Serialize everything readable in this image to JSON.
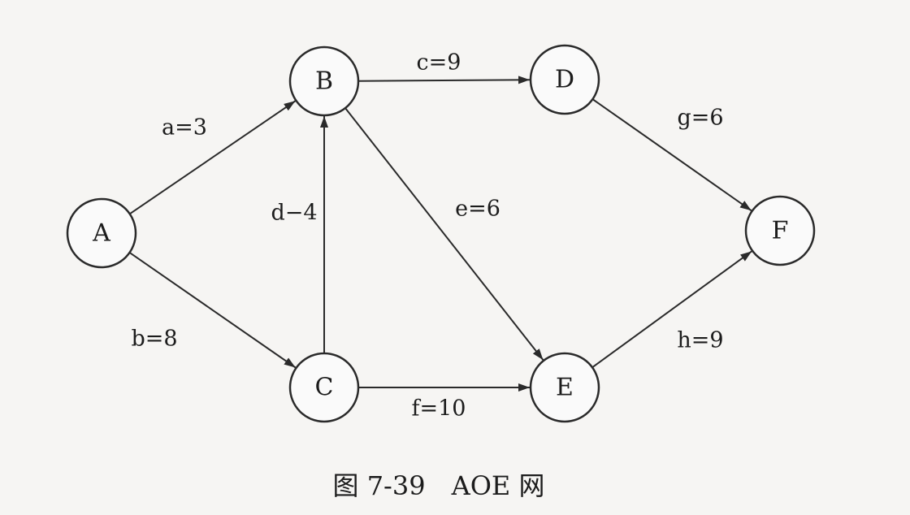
{
  "diagram": {
    "nodes": [
      {
        "id": "A",
        "label": "A"
      },
      {
        "id": "B",
        "label": "B"
      },
      {
        "id": "C",
        "label": "C"
      },
      {
        "id": "D",
        "label": "D"
      },
      {
        "id": "E",
        "label": "E"
      },
      {
        "id": "F",
        "label": "F"
      }
    ],
    "edges": [
      {
        "id": "a",
        "from": "A",
        "to": "B",
        "label": "a=3"
      },
      {
        "id": "b",
        "from": "A",
        "to": "C",
        "label": "b=8"
      },
      {
        "id": "c",
        "from": "B",
        "to": "D",
        "label": "c=9"
      },
      {
        "id": "d",
        "from": "C",
        "to": "B",
        "label": "d−4"
      },
      {
        "id": "e",
        "from": "B",
        "to": "E",
        "label": "e=6"
      },
      {
        "id": "f",
        "from": "C",
        "to": "E",
        "label": "f=10"
      },
      {
        "id": "g",
        "from": "D",
        "to": "F",
        "label": "g=6"
      },
      {
        "id": "h",
        "from": "E",
        "to": "F",
        "label": "h=9"
      }
    ]
  },
  "caption": "图 7-39　AOE 网"
}
